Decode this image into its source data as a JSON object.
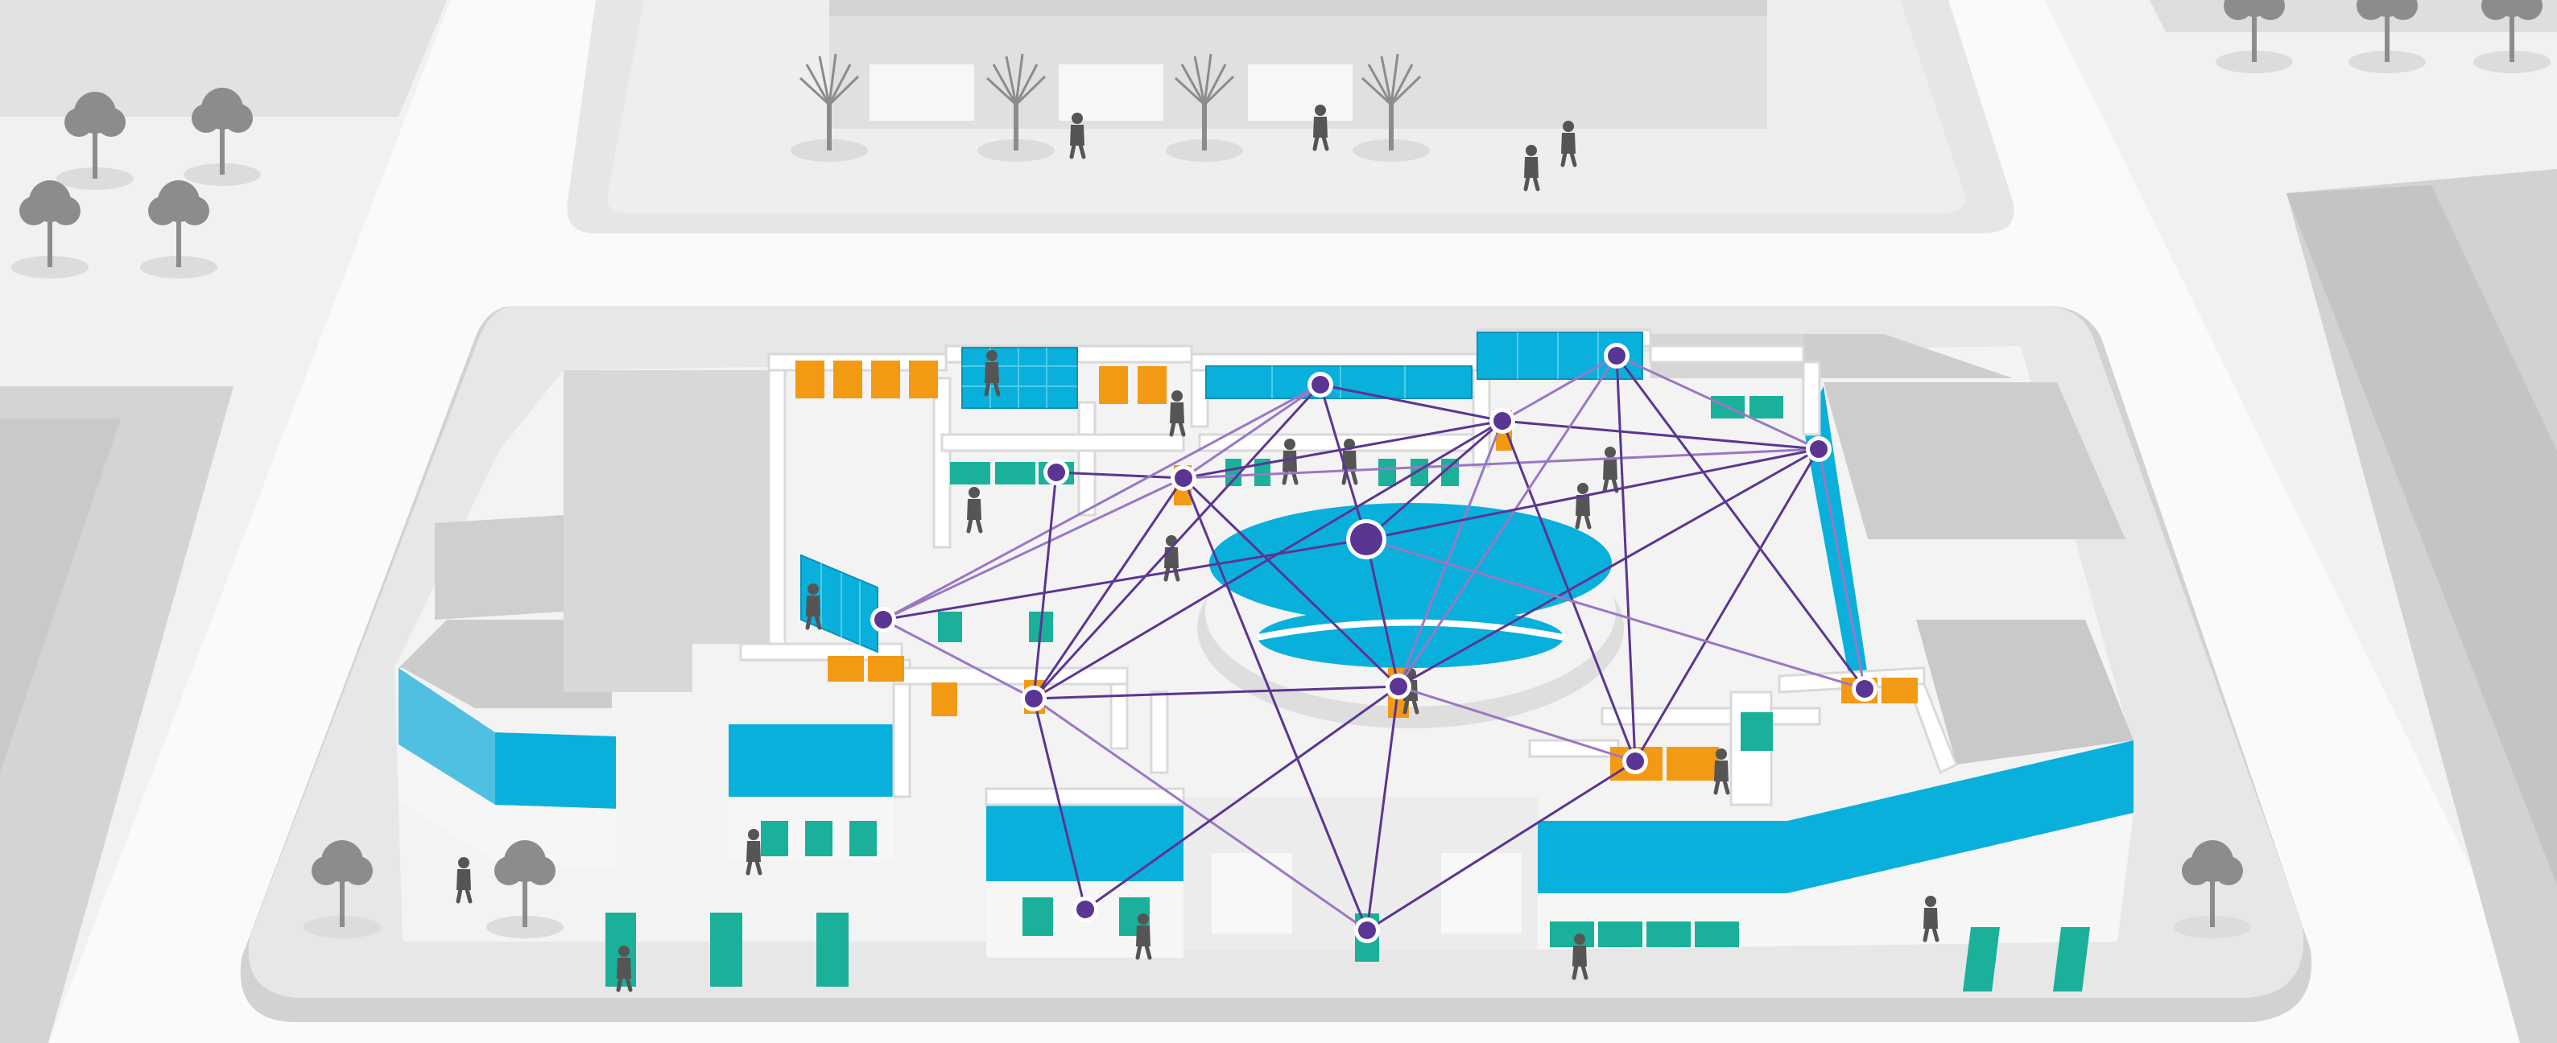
{
  "colors": {
    "background": "#f1f1f1",
    "road": "#fafafa",
    "block": "#e4e4e4",
    "block_top": "#dcdcdc",
    "building_top": "#d7d7d7",
    "building_side": "#c6c6c6",
    "floor": "#f3f3f3",
    "wall_top": "#ffffff",
    "wall_side": "#d9d9d9",
    "blue": "#0ab0dc",
    "blue_dark": "#0691b8",
    "orange": "#f39a14",
    "teal": "#1ab09a",
    "purple": "#5b3593",
    "purple_light": "#9a77c4",
    "tree": "#8c8c8c",
    "person": "#555555"
  },
  "icons": {
    "tree": "tree-icon",
    "person": "person-icon",
    "node": "wireless-node-icon"
  },
  "network": {
    "node_count": 14,
    "link_count": 38,
    "hub_node": "central-atrium-node"
  }
}
